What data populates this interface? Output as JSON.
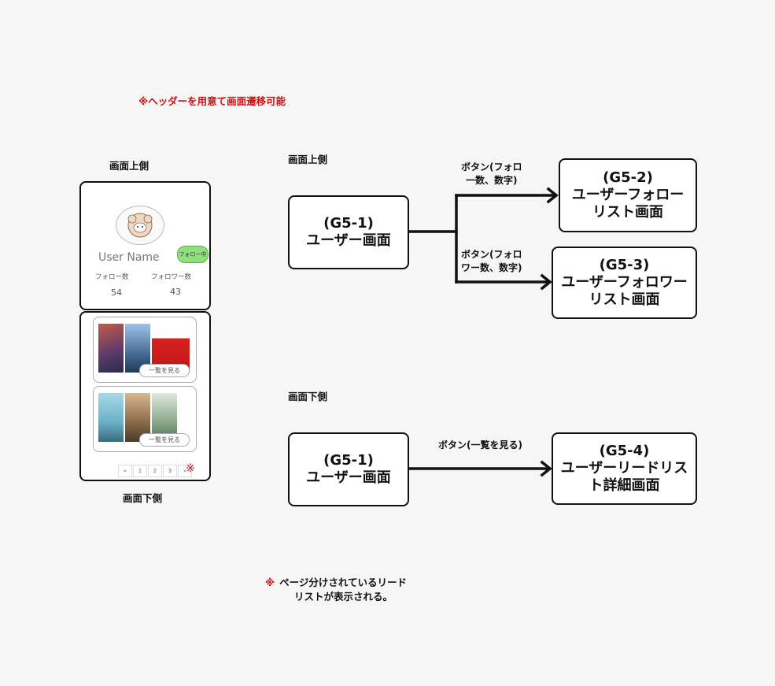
{
  "header_note": "※ヘッダーを用意て画面遷移可能",
  "mockup": {
    "top_label": "画面上側",
    "bottom_label": "画面下側",
    "user_name": "User Name",
    "follow_button": "フォロー中",
    "follow_label": "フォロー数",
    "follower_label": "フォロワー数",
    "follow_count": "54",
    "follower_count": "43",
    "view_all_1": "一覧を見る",
    "view_all_2": "一覧を見る",
    "pages": [
      "«",
      "1",
      "2",
      "3",
      "»"
    ],
    "pager_mark": "※"
  },
  "diagram_top": {
    "section_label": "画面上側",
    "source": {
      "id": "(G5-1)",
      "name": "ユーザー画面"
    },
    "target1": {
      "id": "(G5-2)",
      "line1": "ユーザーフォロー",
      "line2": "リスト画面"
    },
    "target2": {
      "id": "(G5-3)",
      "line1": "ユーザーフォロワー",
      "line2": "リスト画面"
    },
    "edge1": {
      "line1": "ボタン(フォロ",
      "line2": "一数、数字)"
    },
    "edge2": {
      "line1": "ボタン(フォロ",
      "line2": "ワー数、数字)"
    }
  },
  "diagram_bottom": {
    "section_label": "画面下側",
    "source": {
      "id": "(G5-1)",
      "name": "ユーザー画面"
    },
    "target": {
      "id": "(G5-4)",
      "line1": "ユーザーリードリス",
      "line2": "ト詳細画面"
    },
    "edge": "ボタン(一覧を見る)"
  },
  "footnote": {
    "mark": "※",
    "line1": "ページ分けされているリード",
    "line2": "リストが表示される。"
  },
  "colors": {
    "note_red": "#d01010",
    "follow_green": "#8fe07a"
  }
}
